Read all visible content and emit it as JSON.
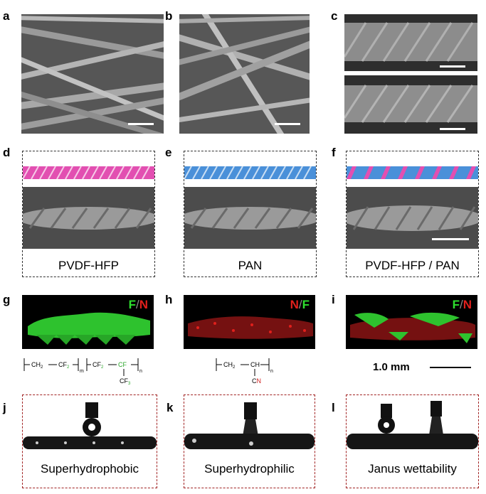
{
  "panels": {
    "a": "a",
    "b": "b",
    "c": "c",
    "d": "d",
    "e": "e",
    "f": "f",
    "g": "g",
    "h": "h",
    "i": "i",
    "j": "j",
    "k": "k",
    "l": "l"
  },
  "captions": {
    "d": "PVDF-HFP",
    "e": "PAN",
    "f": "PVDF-HFP / PAN",
    "j": "Superhydrophobic",
    "k": "Superhydrophilic",
    "l": "Janus wettability"
  },
  "eds": {
    "g": {
      "first": "F",
      "slash": "/",
      "second": "N"
    },
    "h": {
      "first": "N",
      "slash": "/",
      "second": "F"
    },
    "i": {
      "first": "F",
      "slash": "/",
      "second": "N"
    }
  },
  "scale_label": "1.0 mm",
  "formula_pvdf": {
    "ch2": "CH",
    "ch2_sub": "2",
    "cf2": "CF",
    "cf2_sub": "2",
    "m": "m",
    "cf2b": "CF",
    "cf2b_sub": "2",
    "cf": "CF",
    "cf3": "CF",
    "cf3_sub": "3",
    "n": "n"
  },
  "formula_pan": {
    "ch2": "CH",
    "ch2_sub": "2",
    "ch": "CH",
    "c": "C",
    "n_atom": "N",
    "n": "n"
  },
  "colors": {
    "pink_rope": "#e24fb1",
    "blue_rope": "#4a90d9",
    "fluorine_green": "#2ee02e",
    "nitrogen_red": "#e0201c",
    "box_red": "#a12222"
  }
}
